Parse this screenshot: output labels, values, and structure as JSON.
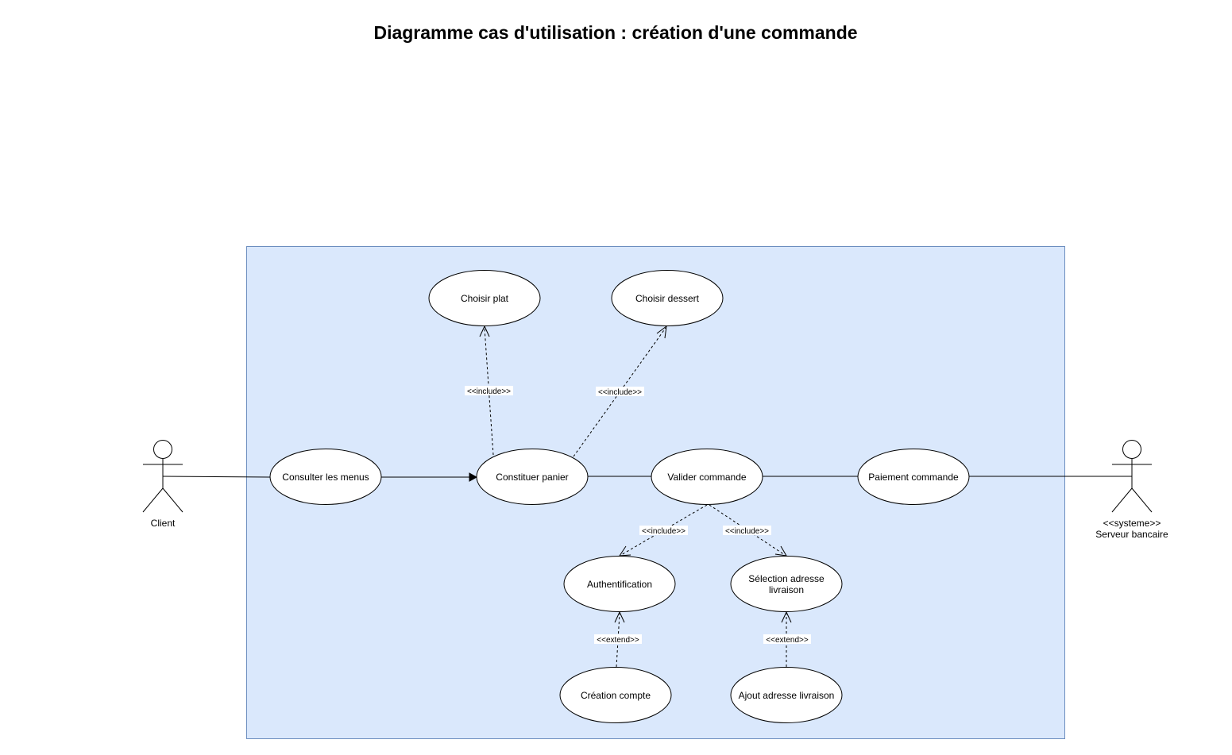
{
  "title": "Diagramme cas d'utilisation : création d'une commande",
  "colors": {
    "system_fill": "#dae8fc",
    "system_stroke": "#6c8ebf",
    "usecase_fill": "#ffffff",
    "stroke": "#000000"
  },
  "actors": {
    "client": {
      "name": "Client"
    },
    "bank": {
      "stereotype": "<<systeme>>",
      "name": "Serveur bancaire"
    }
  },
  "use_cases": {
    "consulter": "Consulter les menus",
    "panier": "Constituer panier",
    "valider": "Valider commande",
    "paiement": "Paiement commande",
    "plat": "Choisir plat",
    "dessert": "Choisir dessert",
    "auth": "Authentification",
    "adresse_line1": "Sélection adresse",
    "adresse_line2": "livraison",
    "compte": "Création compte",
    "ajout": "Ajout adresse livraison"
  },
  "relations": {
    "include_plat": "<<include>>",
    "include_dessert": "<<include>>",
    "include_auth": "<<include>>",
    "include_adresse": "<<include>>",
    "extend_compte": "<<extend>>",
    "extend_ajout": "<<extend>>"
  }
}
